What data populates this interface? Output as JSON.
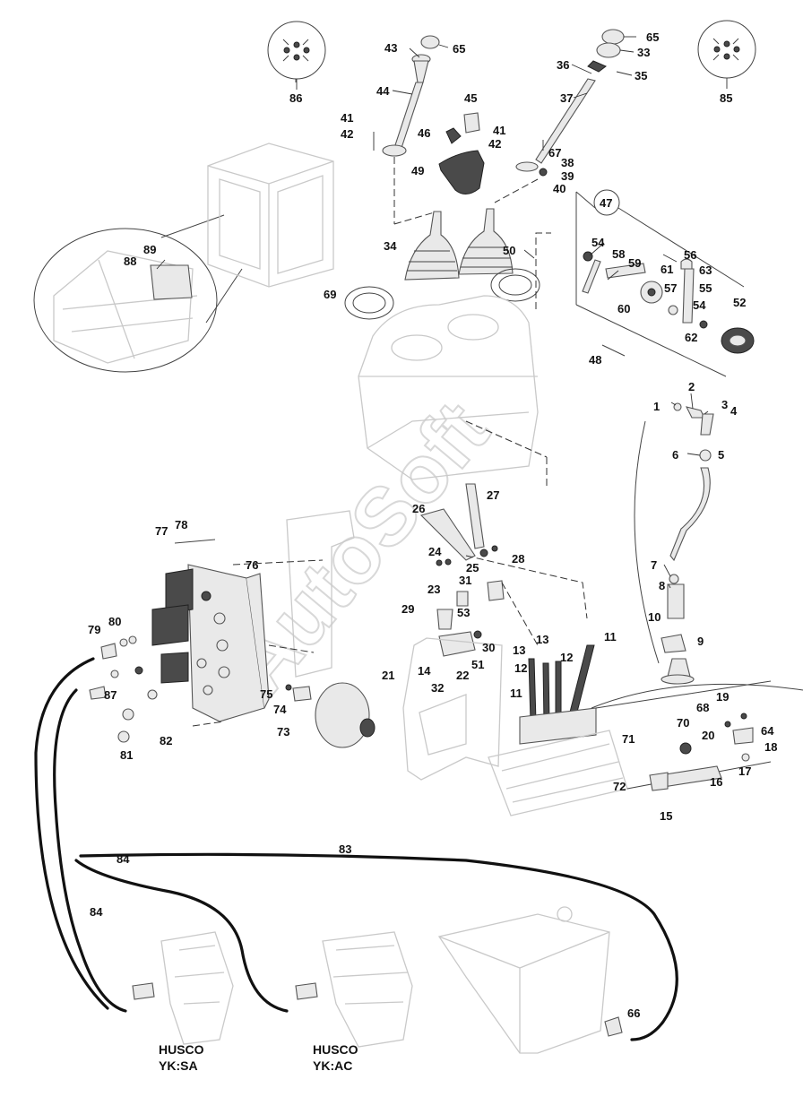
{
  "watermark": "AutoSoft",
  "captions": [
    {
      "brand": "HUSCO",
      "model": "YK:SA"
    },
    {
      "brand": "HUSCO",
      "model": "YK:AC"
    }
  ],
  "labels": {
    "p1": "1",
    "p2": "2",
    "p3": "3",
    "p4": "4",
    "p5": "5",
    "p6": "6",
    "p7": "7",
    "p8": "8",
    "p9": "9",
    "p10": "10",
    "p11a": "11",
    "p11b": "11",
    "p12a": "12",
    "p12b": "12",
    "p13a": "13",
    "p13b": "13",
    "p14": "14",
    "p15": "15",
    "p16": "16",
    "p17": "17",
    "p18": "18",
    "p19": "19",
    "p20": "20",
    "p21": "21",
    "p22": "22",
    "p23": "23",
    "p24": "24",
    "p25": "25",
    "p26": "26",
    "p27": "27",
    "p28": "28",
    "p29": "29",
    "p30": "30",
    "p31": "31",
    "p32": "32",
    "p33": "33",
    "p34": "34",
    "p35": "35",
    "p36": "36",
    "p37": "37",
    "p38": "38",
    "p39": "39",
    "p40": "40",
    "p41a": "41",
    "p41b": "41",
    "p42a": "42",
    "p42b": "42",
    "p43": "43",
    "p44": "44",
    "p45": "45",
    "p46": "46",
    "p47": "47",
    "p48": "48",
    "p49": "49",
    "p50": "50",
    "p51": "51",
    "p52": "52",
    "p53": "53",
    "p54a": "54",
    "p54b": "54",
    "p55": "55",
    "p56": "56",
    "p57": "57",
    "p58": "58",
    "p59": "59",
    "p60": "60",
    "p61": "61",
    "p62": "62",
    "p63": "63",
    "p64": "64",
    "p65a": "65",
    "p65b": "65",
    "p66": "66",
    "p67": "67",
    "p68": "68",
    "p69": "69",
    "p70": "70",
    "p71": "71",
    "p72": "72",
    "p73": "73",
    "p74": "74",
    "p75": "75",
    "p76": "76",
    "p77": "77",
    "p78": "78",
    "p79": "79",
    "p80": "80",
    "p81": "81",
    "p82": "82",
    "p83": "83",
    "p84a": "84",
    "p84b": "84",
    "p85": "85",
    "p86": "86",
    "p87": "87",
    "p88": "88",
    "p89": "89"
  }
}
